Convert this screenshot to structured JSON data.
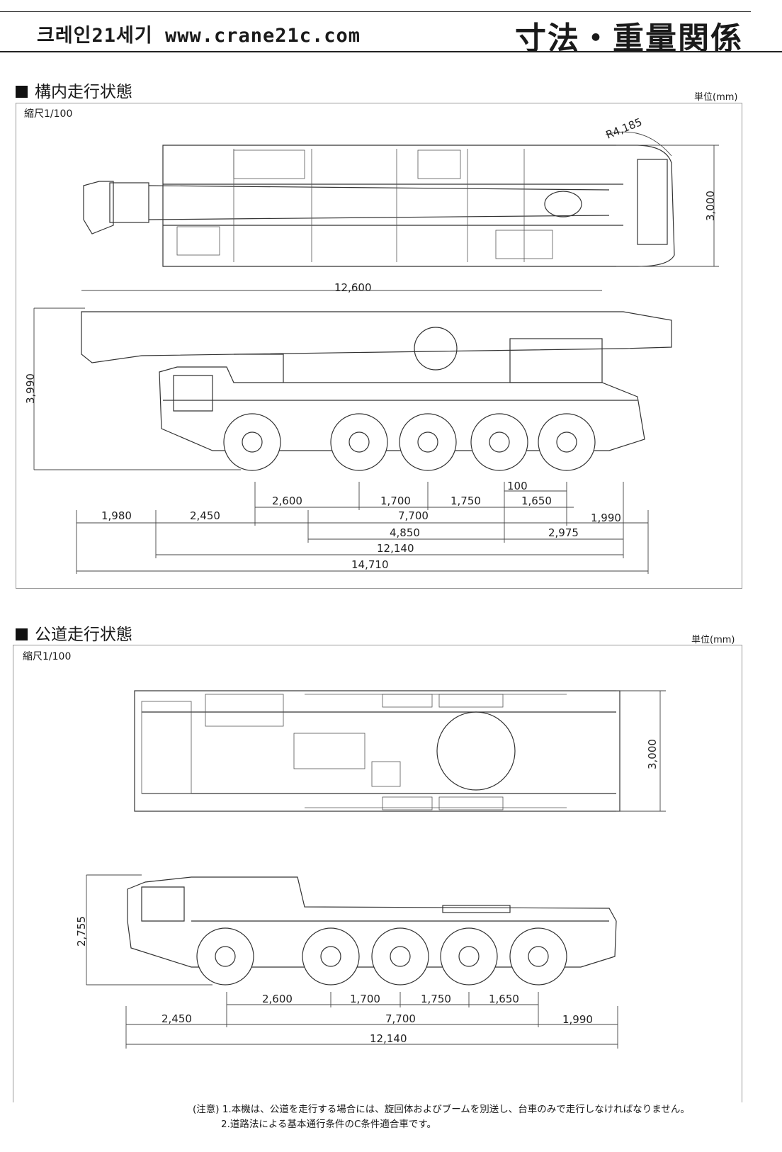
{
  "header": {
    "site": "크레인21세기 www.crane21c.com",
    "title": "寸法・重量関係"
  },
  "section1": {
    "title": "構内走行状態",
    "unit": "単位(mm)",
    "scale": "縮尺1/100",
    "plan_dims": {
      "radius": "R4,185",
      "width": "3,000"
    },
    "side_dims": {
      "boom_length": "12,600",
      "height": "3,990",
      "d_100": "100",
      "d_2600": "2,600",
      "d_1700": "1,700",
      "d_1750": "1,750",
      "d_1650": "1,650",
      "d_1980": "1,980",
      "d_2450": "2,450",
      "d_7700": "7,700",
      "d_1990": "1,990",
      "d_4850": "4,850",
      "d_2975": "2,975",
      "d_12140": "12,140",
      "d_14710": "14,710"
    }
  },
  "section2": {
    "title": "公道走行状態",
    "unit": "単位(mm)",
    "scale": "縮尺1/100",
    "plan_dims": {
      "width": "3,000"
    },
    "side_dims": {
      "height": "2,755",
      "d_2600": "2,600",
      "d_1700": "1,700",
      "d_1750": "1,750",
      "d_1650": "1,650",
      "d_2450": "2,450",
      "d_7700": "7,700",
      "d_1990": "1,990",
      "d_12140": "12,140"
    }
  },
  "notes": {
    "line1": "(注意) 1.本機は、公道を走行する場合には、旋回体およびブームを別送し、台車のみで走行しなければなりません。",
    "line2": "2.道路法による基本通行条件のC条件適合車です。"
  }
}
